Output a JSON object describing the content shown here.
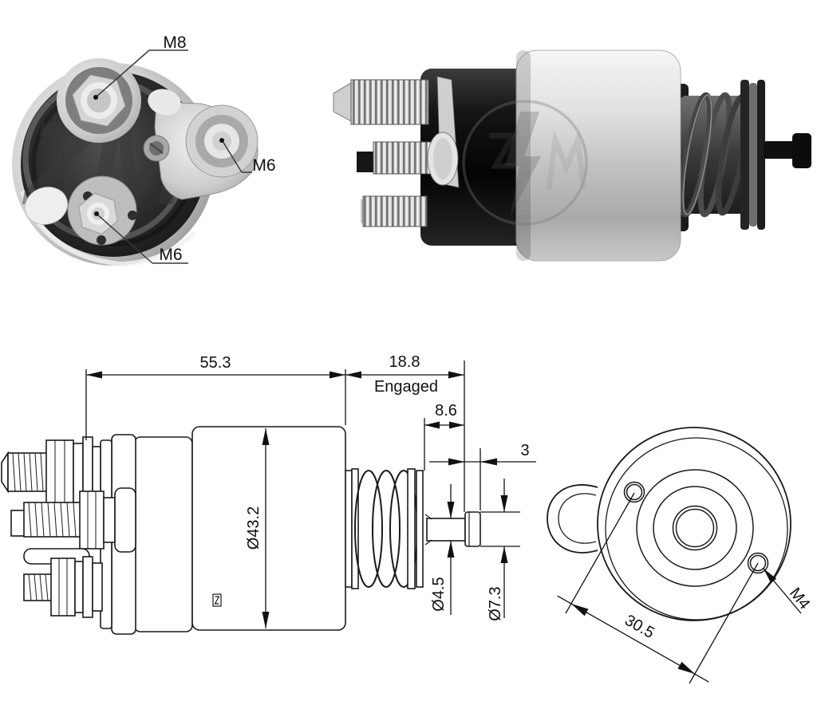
{
  "watermark": {
    "text": "ZM"
  },
  "terminal_view": {
    "labels": {
      "top_terminal": "M8",
      "bracket_terminal": "M6",
      "bottom_terminal": "M6"
    }
  },
  "side_drawing": {
    "dimensions": {
      "body_length": "55.3",
      "plunger_travel": "18.8",
      "plunger_travel_note": "Engaged",
      "spring_length": "8.6",
      "pin_head_thickness": "3",
      "body_diameter": "Ø43.2",
      "pin_diameter": "Ø4.5",
      "pin_head_diameter": "Ø7.3"
    }
  },
  "flange_drawing": {
    "dimensions": {
      "hole_spacing": "30.5",
      "hole_thread": "M4"
    }
  },
  "colors": {
    "background": "#ffffff",
    "line": "#1a1a1a",
    "dimension_text": "#111111"
  }
}
